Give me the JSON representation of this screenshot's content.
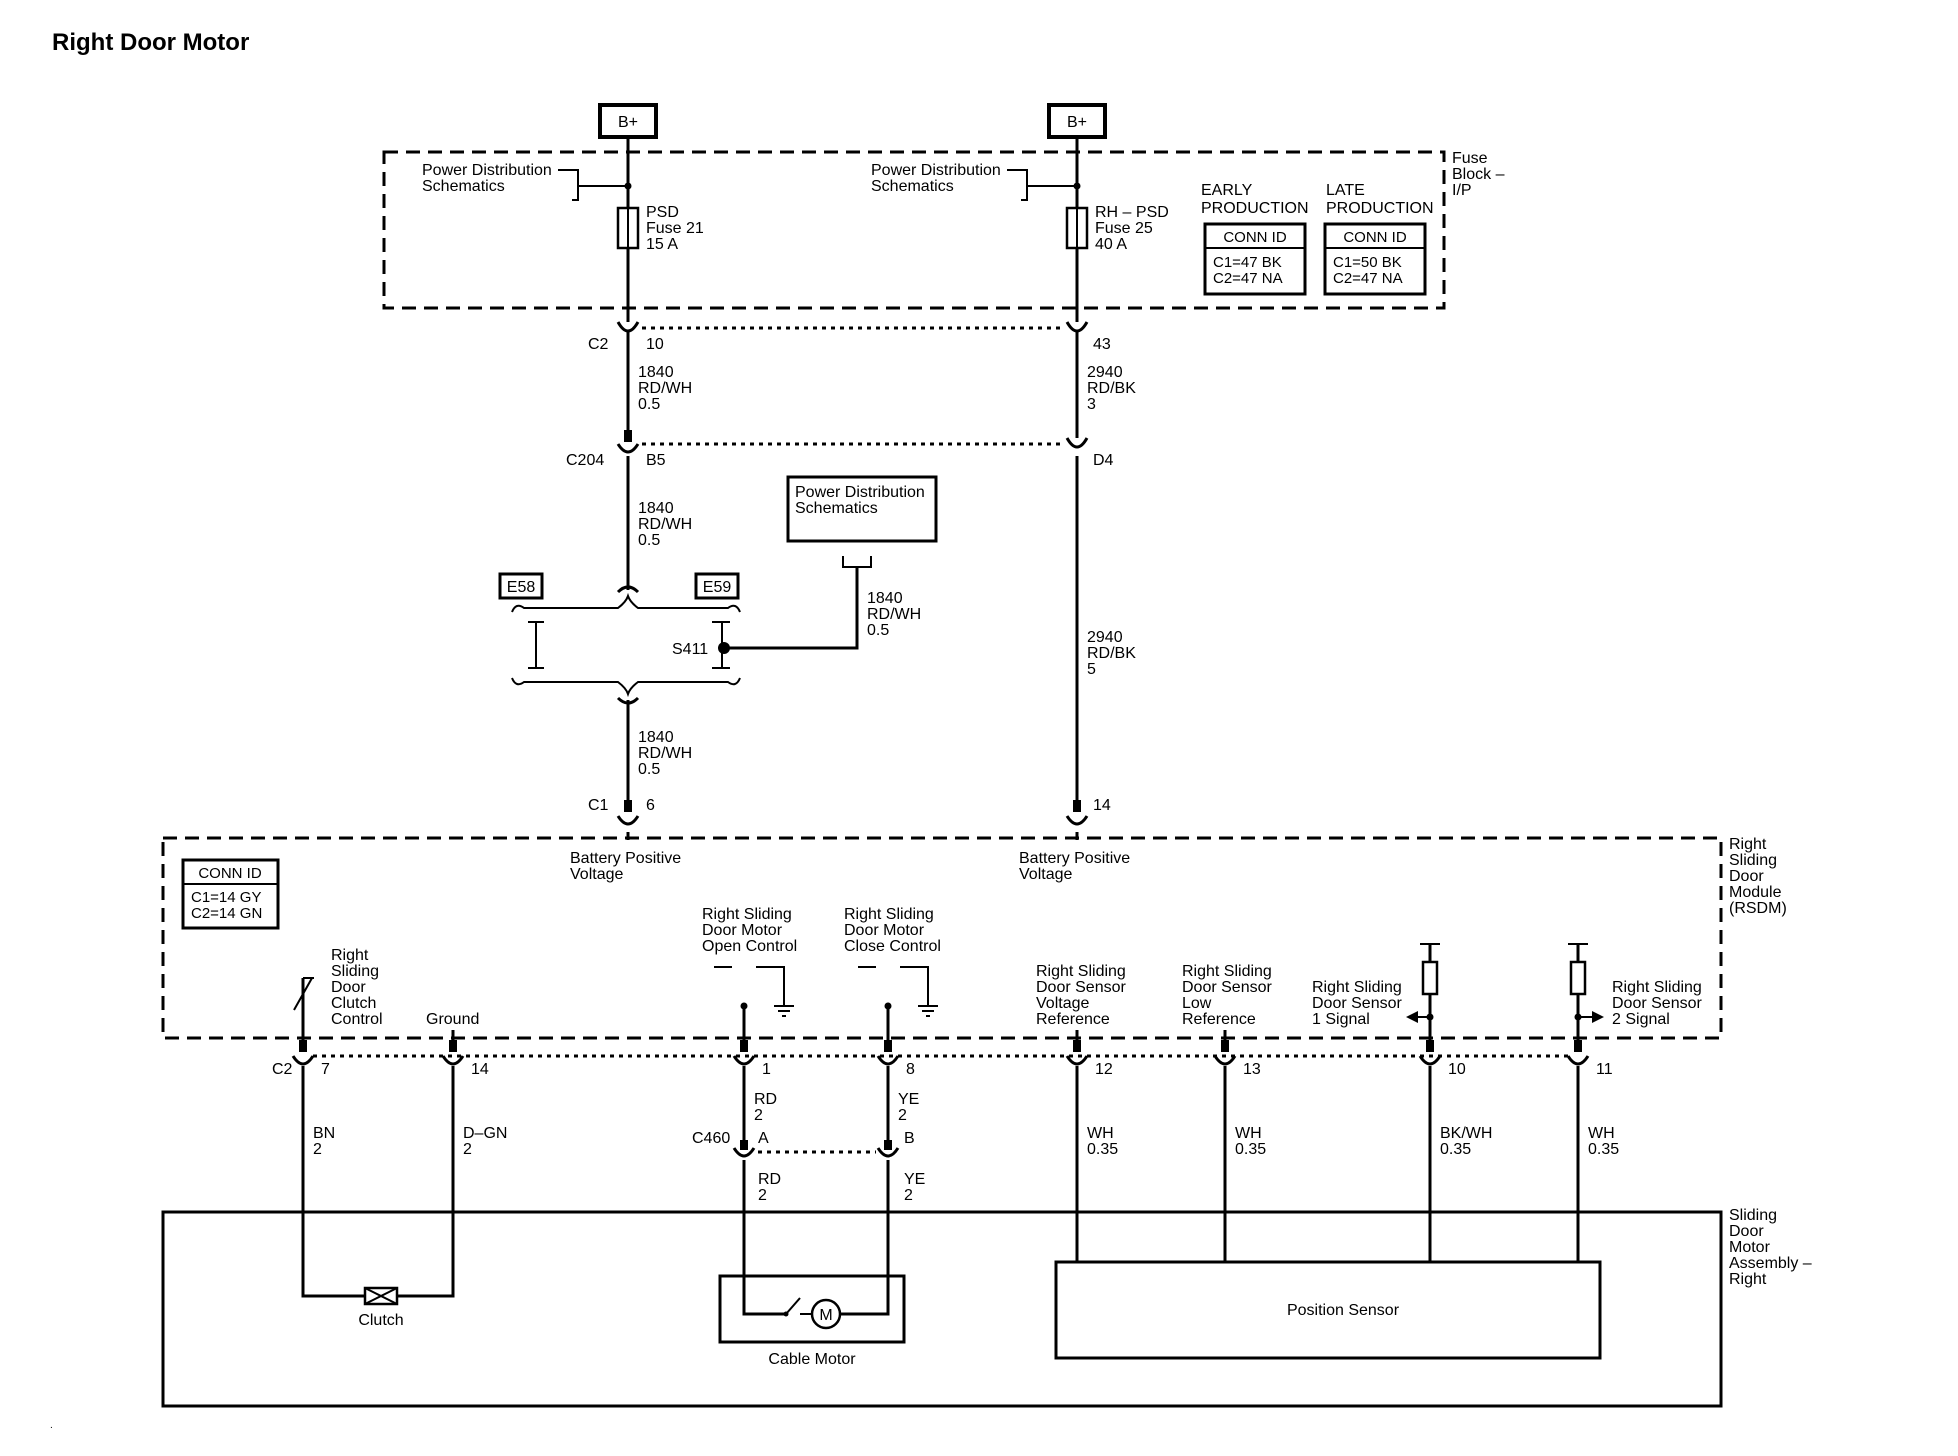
{
  "title": "Right Door Motor",
  "battery": {
    "left": "B+",
    "right": "B+"
  },
  "fuse_block": {
    "label": [
      "Fuse",
      "Block –",
      "I/P"
    ],
    "pd_left": [
      "Power Distribution",
      "Schematics"
    ],
    "pd_right": [
      "Power Distribution",
      "Schematics"
    ],
    "fuse_left": [
      "PSD",
      "Fuse 21",
      "15 A"
    ],
    "fuse_right": [
      "RH – PSD",
      "Fuse 25",
      "40 A"
    ],
    "early": {
      "heading": [
        "EARLY",
        "PRODUCTION"
      ],
      "title": "CONN ID",
      "lines": [
        "C1=47 BK",
        "C2=47 NA"
      ]
    },
    "late": {
      "heading": [
        "LATE",
        "PRODUCTION"
      ],
      "title": "CONN ID",
      "lines": [
        "C1=50 BK",
        "C2=47 NA"
      ]
    }
  },
  "connectors": {
    "c2_top": {
      "name": "C2",
      "pin_left": "10",
      "pin_right": "43"
    },
    "c204": {
      "name": "C204",
      "pin_left": "B5",
      "pin_right": "D4"
    },
    "c1": {
      "name": "C1",
      "pin_left": "6",
      "pin_right": "14"
    },
    "c2_bottom": {
      "name": "C2",
      "pins": [
        "7",
        "14",
        "1",
        "8",
        "12",
        "13",
        "10",
        "11"
      ]
    },
    "c460": {
      "name": "C460",
      "pin_left": "A",
      "pin_right": "B"
    }
  },
  "wires": {
    "w1840_a": [
      "1840",
      "RD/WH",
      "0.5"
    ],
    "w1840_b": [
      "1840",
      "RD/WH",
      "0.5"
    ],
    "w1840_c": [
      "1840",
      "RD/WH",
      "0.5"
    ],
    "w1840_d": [
      "1840",
      "RD/WH",
      "0.5"
    ],
    "w2940_a": [
      "2940",
      "RD/BK",
      "3"
    ],
    "w2940_b": [
      "2940",
      "RD/BK",
      "5"
    ],
    "bottom": [
      [
        "BN",
        "2"
      ],
      [
        "D–GN",
        "2"
      ],
      [
        "RD",
        "2"
      ],
      [
        "YE",
        "2"
      ],
      [
        "WH",
        "0.35"
      ],
      [
        "WH",
        "0.35"
      ],
      [
        "BK/WH",
        "0.35"
      ],
      [
        "WH",
        "0.35"
      ]
    ],
    "c460_below": [
      [
        "RD",
        "2"
      ],
      [
        "YE",
        "2"
      ]
    ]
  },
  "splice": {
    "name": "S411",
    "left_tag": "E58",
    "right_tag": "E59"
  },
  "pd_mid": [
    "Power Distribution",
    "Schematics"
  ],
  "module": {
    "label": [
      "Right",
      "Sliding",
      "Door",
      "Module",
      "(RSDM)"
    ],
    "conn_title": "CONN ID",
    "conn_lines": [
      "C1=14 GY",
      "C2=14 GN"
    ],
    "bpv_left": [
      "Battery Positive",
      "Voltage"
    ],
    "bpv_right": [
      "Battery Positive",
      "Voltage"
    ],
    "clutch_ctrl": [
      "Right",
      "Sliding",
      "Door",
      "Clutch",
      "Control"
    ],
    "ground": "Ground",
    "open_ctrl": [
      "Right Sliding",
      "Door Motor",
      "Open Control"
    ],
    "close_ctrl": [
      "Right Sliding",
      "Door Motor",
      "Close Control"
    ],
    "sens_vref": [
      "Right Sliding",
      "Door Sensor",
      "Voltage",
      "Reference"
    ],
    "sens_low": [
      "Right Sliding",
      "Door Sensor",
      "Low",
      "Reference"
    ],
    "sens_1": [
      "Right Sliding",
      "Door Sensor",
      "1 Signal"
    ],
    "sens_2": [
      "Right Sliding",
      "Door Sensor",
      "2 Signal"
    ]
  },
  "assembly": {
    "label": [
      "Sliding",
      "Door",
      "Motor",
      "Assembly –",
      "Right"
    ],
    "clutch": "Clutch",
    "motor_symbol": "M",
    "cable_motor": "Cable Motor",
    "position_sensor": "Position Sensor"
  },
  "footer_mark": "."
}
